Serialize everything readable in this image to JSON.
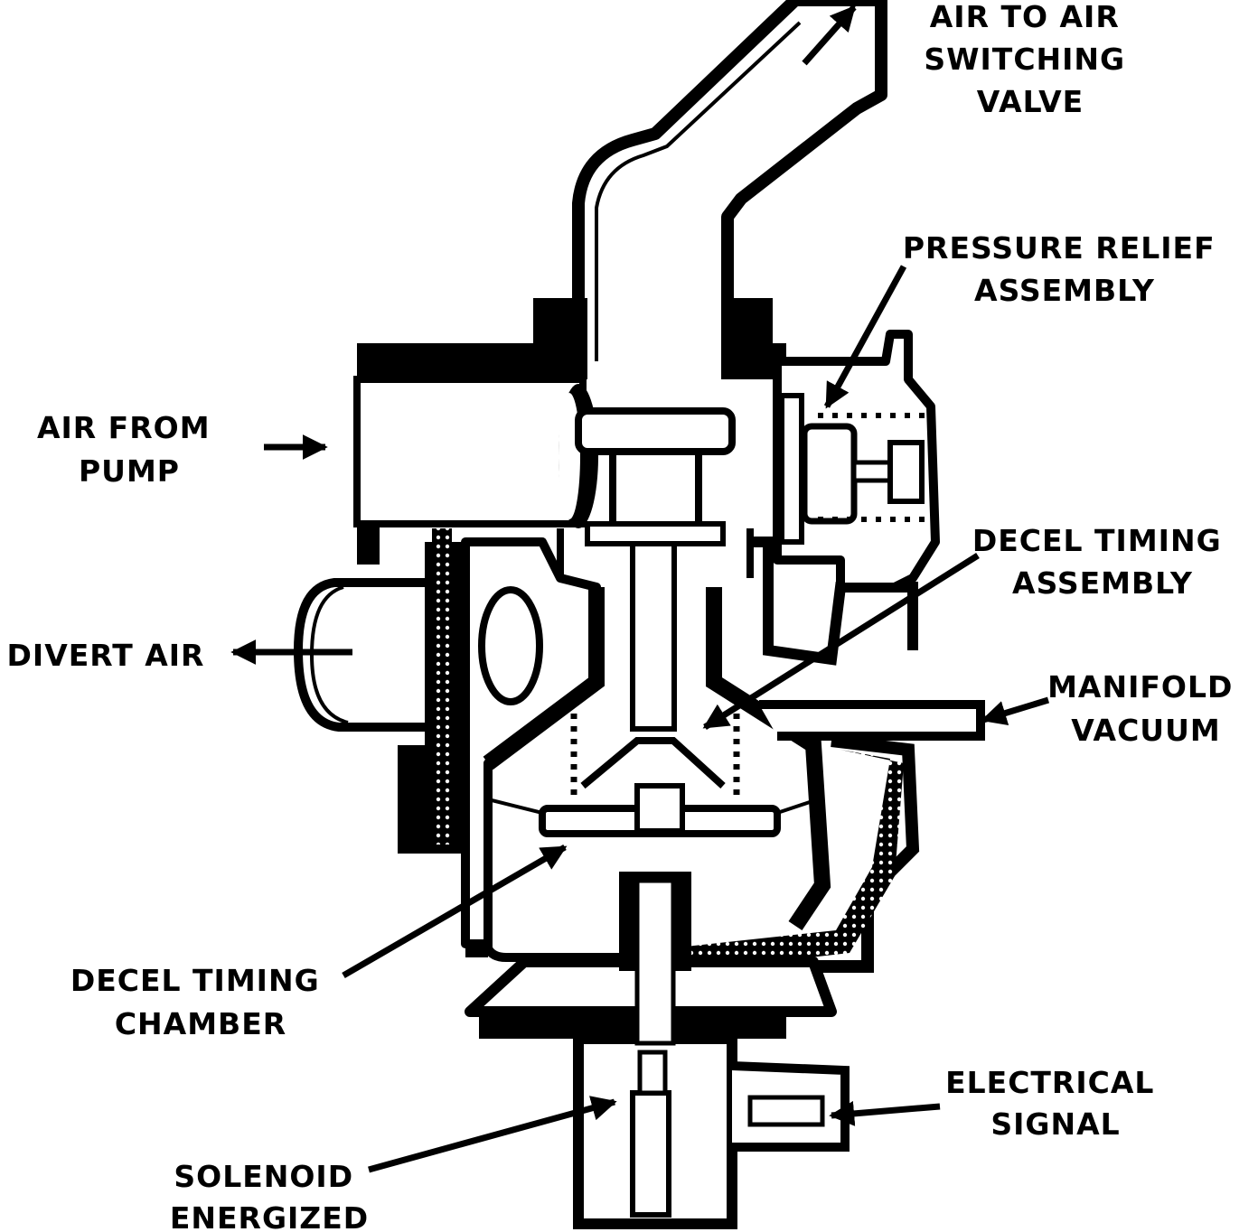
{
  "diagram": {
    "labels": {
      "air_to_switching": [
        "AIR TO AIR",
        "SWITCHING",
        "VALVE"
      ],
      "pressure_relief": [
        "PRESSURE RELIEF",
        "ASSEMBLY"
      ],
      "air_from_pump": [
        "AIR FROM",
        "PUMP"
      ],
      "decel_timing_assembly": [
        "DECEL TIMING",
        "ASSEMBLY"
      ],
      "divert_air": [
        "DIVERT AIR"
      ],
      "manifold_vacuum": [
        "MANIFOLD",
        "VACUUM"
      ],
      "decel_timing_chamber": [
        "DECEL TIMING",
        "CHAMBER"
      ],
      "electrical_signal": [
        "ELECTRICAL",
        "SIGNAL"
      ],
      "solenoid_energized": [
        "SOLENOID",
        "ENERGIZED"
      ]
    },
    "colors": {
      "ink": "#000000",
      "paper": "#ffffff"
    }
  }
}
